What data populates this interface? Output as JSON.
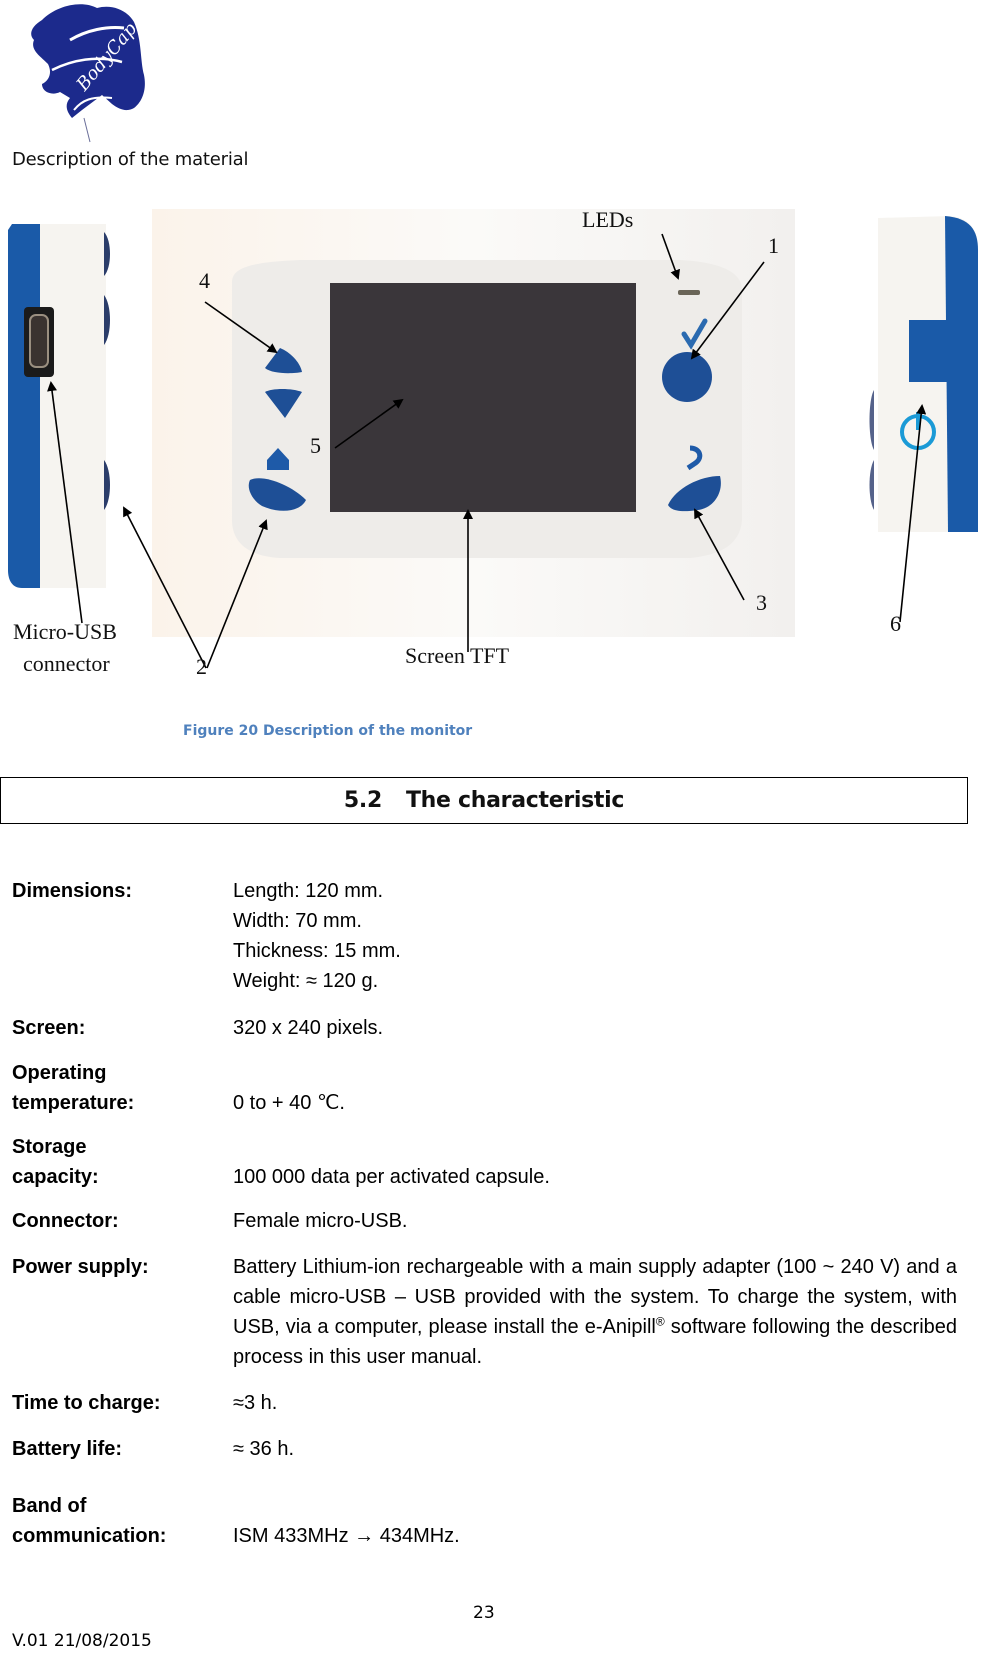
{
  "header": {
    "logo_text": "BodyCap",
    "subtitle": "Description of the material"
  },
  "figure": {
    "labels": {
      "leds": "LEDs",
      "n1": "1",
      "n2": "2",
      "n3": "3",
      "n4": "4",
      "n5": "5",
      "n6": "6",
      "micro_usb_line1": "Micro-USB",
      "micro_usb_line2": "connector",
      "screen_tft": "Screen TFT"
    },
    "caption": "Figure 20 Description of the monitor",
    "colors": {
      "device_blue": "#1a5aa8",
      "button_blue": "#1e4f96",
      "body_white": "#eeece9",
      "screen": "#3a363a",
      "caption_blue": "#4f81bd"
    }
  },
  "section": {
    "number": "5.2",
    "title": "The characteristic"
  },
  "specs": [
    {
      "label": "Dimensions:",
      "values": [
        "Length: 120 mm.",
        "Width: 70 mm.",
        "Thickness: 15 mm.",
        "Weight: ≈ 120 g."
      ]
    },
    {
      "label": "Screen:",
      "value": "320 x 240 pixels."
    },
    {
      "label_line1": "Operating",
      "label_line2": "temperature:",
      "value": "0 to + 40 ℃."
    },
    {
      "label_line1": "Storage",
      "label_line2": "capacity:",
      "value": "100 000 data per activated capsule."
    },
    {
      "label": "Connector:",
      "value": "Female micro-USB."
    },
    {
      "label": "Power supply:",
      "value_part1": "Battery Lithium-ion rechargeable with a main supply adapter (100 ~ 240 V) and a cable micro-USB – USB provided with the system. To charge the system, with USB, via a computer, please install the e-Anipill",
      "value_sup": "®",
      "value_part2": " software following the described process in this user manual."
    },
    {
      "label": "Time to charge:",
      "value": "≈3 h."
    },
    {
      "label": "Battery life:",
      "value": "≈ 36 h."
    },
    {
      "label_line1": "Band of",
      "label_line2": "communication:",
      "value": "ISM 433MHz → 434MHz."
    }
  ],
  "footer": {
    "page_number": "23",
    "version": "V.01 21/08/2015"
  }
}
